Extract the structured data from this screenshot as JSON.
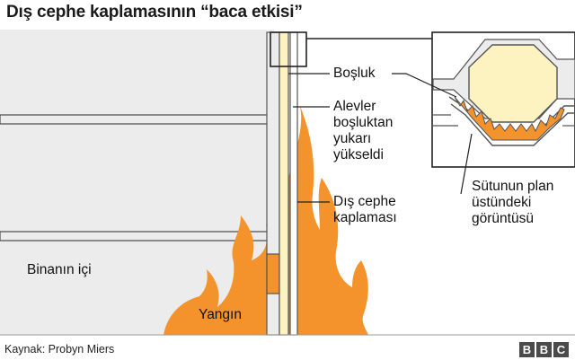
{
  "title": "Dış cephe kaplamasının “baca etkisi”",
  "labels": {
    "gap": "Boşluk",
    "flames": "Alevler\nboşluktan\nyukarı\nyükseldi",
    "cladding": "Dış cephe\nkaplaması",
    "interior": "Binanın içi",
    "fire": "Yangın",
    "plan_view": "Sütunun plan\nüstündeki\ngörüntüsü"
  },
  "source": "Kaynak: Probyn Miers",
  "logo": [
    "B",
    "B",
    "C"
  ],
  "colors": {
    "wall": "#ececec",
    "line": "#555555",
    "fire": "#f4922b",
    "column": "#fcf3c0",
    "divider": "#9a9a9a"
  }
}
